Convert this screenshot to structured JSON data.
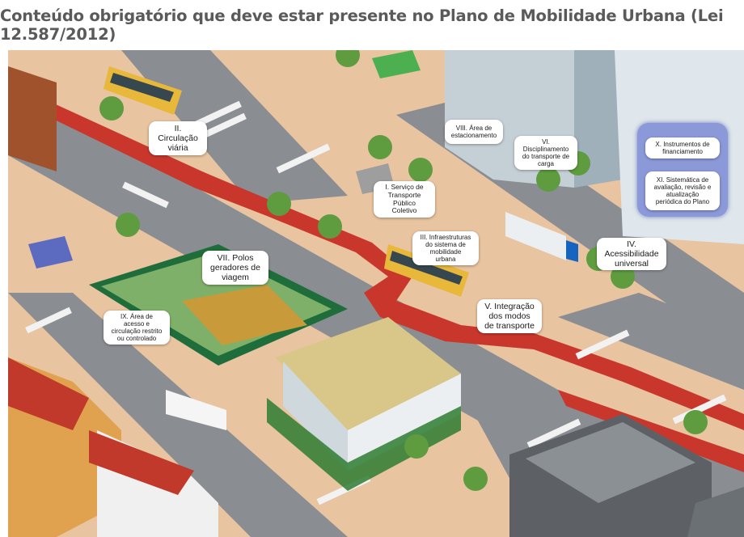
{
  "title": "Conteúdo obrigatório que deve estar presente no Plano de Mobilidade Urbana (Lei 12.587/2012)",
  "labels": {
    "circulacao": "II.\nCirculação\nviária",
    "transporte_publico": "I. Serviço de\nTransporte\nPúblico\nColetivo",
    "estacionamento": "VIII. Área de\nestacionamento",
    "carga": "VI.\nDisciplinamento\ndo transporte de\ncarga",
    "financiamento": "X. Instrumentos de\nfinanciamento",
    "avaliacao": "XI. Sistemática de\navaliação, revisão e\natualização\nperiódica do Plano",
    "acessibilidade": "IV.\nAcessibilidade\nuniversal",
    "infraestruturas": "III. Infraestruturas\ndo sistema de\nmobilidade\nurbana",
    "polos": "VII. Polos\ngeradores de\nviagem",
    "integracao": "V. Integração\ndos modos\nde transporte",
    "area_restrita": "IX. Área de\nacesso e\ncirculação restrito\nou controlado"
  }
}
